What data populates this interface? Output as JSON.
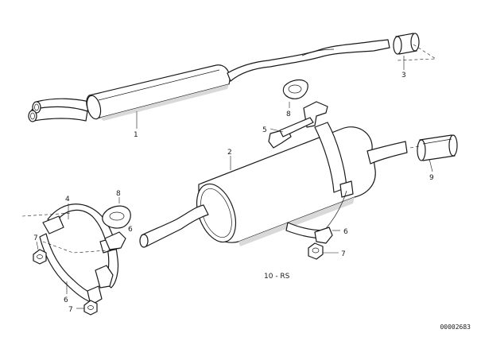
{
  "callouts": {
    "c1": "1",
    "c2": "2",
    "c3": "3",
    "c4": "4",
    "c5": "5",
    "c6a": "6",
    "c6b": "6",
    "c6c": "6",
    "c7a": "7",
    "c7b": "7",
    "c7c": "7",
    "c8a": "8",
    "c8b": "8",
    "c9": "9",
    "c10": "10 - RS"
  },
  "document_number": "00002683"
}
